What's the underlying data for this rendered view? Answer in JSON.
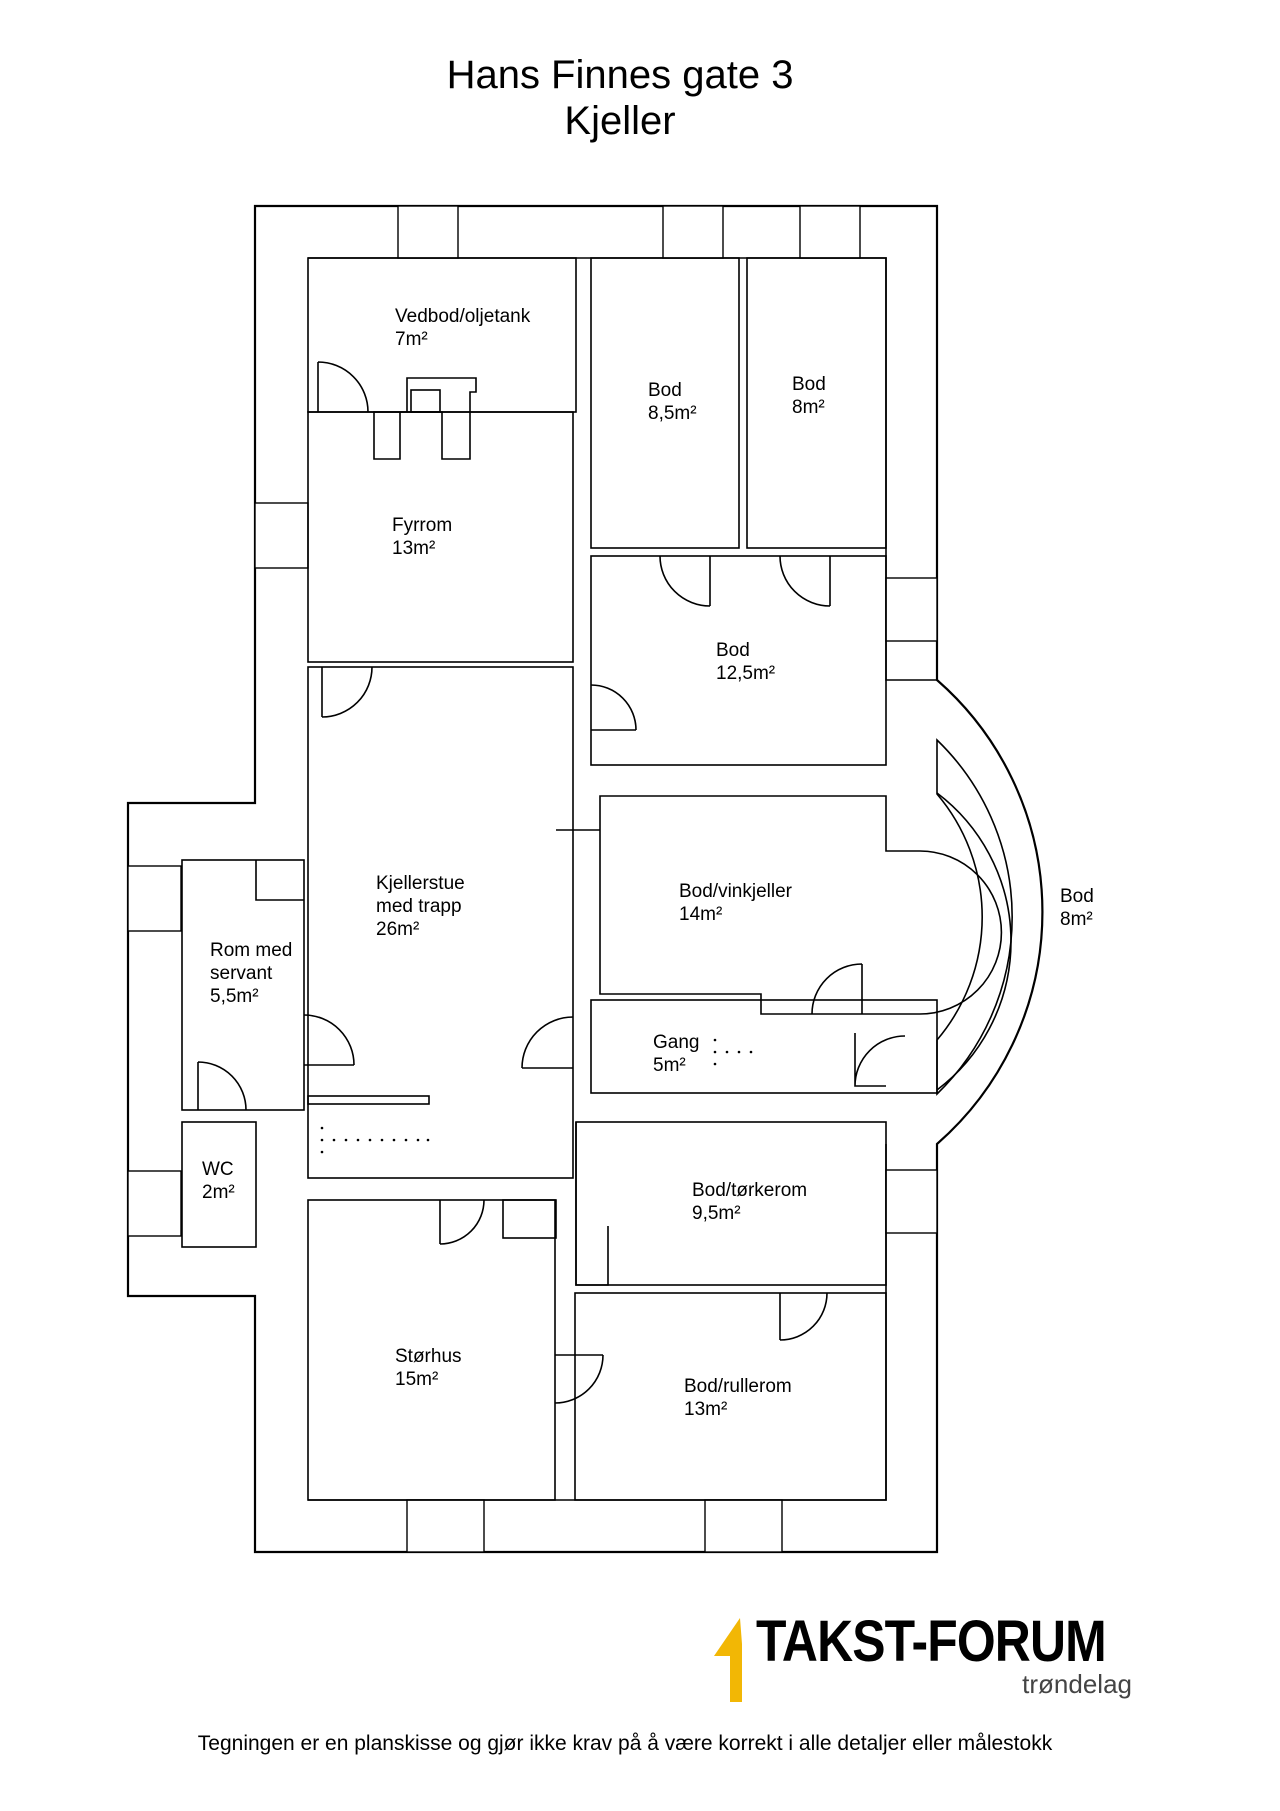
{
  "header": {
    "address": "Hans Finnes gate 3",
    "floor": "Kjeller"
  },
  "rooms": [
    {
      "id": "vedbod",
      "lines": [
        "Vedbod/oljetank",
        "7m²"
      ]
    },
    {
      "id": "bod-85",
      "lines": [
        "Bod",
        "8,5m²"
      ]
    },
    {
      "id": "bod-8a",
      "lines": [
        "Bod",
        "8m²"
      ]
    },
    {
      "id": "fyrrom",
      "lines": [
        "Fyrrom",
        "13m²"
      ]
    },
    {
      "id": "bod-125",
      "lines": [
        "Bod",
        "12,5m²"
      ]
    },
    {
      "id": "kjellerstue",
      "lines": [
        "Kjellerstue",
        "med trapp",
        "26m²"
      ]
    },
    {
      "id": "bod-vinkjeller",
      "lines": [
        "Bod/vinkjeller",
        "14m²"
      ]
    },
    {
      "id": "bod-8b",
      "lines": [
        "Bod",
        "8m²"
      ]
    },
    {
      "id": "rom-med-servant",
      "lines": [
        "Rom med",
        "servant",
        "5,5m²"
      ]
    },
    {
      "id": "gang",
      "lines": [
        "Gang",
        "5m²"
      ]
    },
    {
      "id": "wc",
      "lines": [
        "WC",
        "2m²"
      ]
    },
    {
      "id": "bod-torkerom",
      "lines": [
        "Bod/tørkerom",
        "9,5m²"
      ]
    },
    {
      "id": "storhus",
      "lines": [
        "Størhus",
        "15m²"
      ]
    },
    {
      "id": "bod-rullerom",
      "lines": [
        "Bod/rullerom",
        "13m²"
      ]
    }
  ],
  "logo": {
    "name": "TAKST-FORUM",
    "region": "trøndelag",
    "accent_color": "#f2b705"
  },
  "footer": {
    "disclaimer": "Tegningen er en planskisse og gjør ikke krav på å være korrekt i alle detaljer eller målestokk"
  }
}
